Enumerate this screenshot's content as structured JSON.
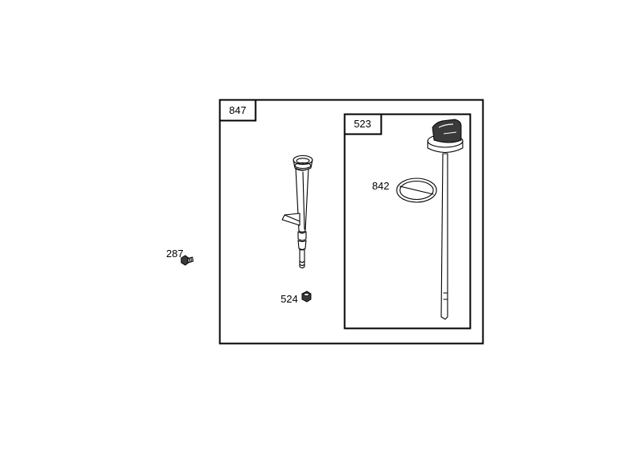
{
  "diagram": {
    "callouts": {
      "kit_847": "847",
      "kit_523": "523",
      "oring_842": "842",
      "screw_287": "287",
      "nut_524": "524"
    },
    "colors": {
      "line": "#000000",
      "background": "#ffffff",
      "cap_dark": "#3a3a3a"
    },
    "icons": {
      "dipstick_tube": "dipstick-tube-icon",
      "dipstick_cap": "dipstick-cap-icon",
      "oring": "o-ring-icon",
      "screw": "screw-icon",
      "nut": "nut-icon"
    }
  }
}
